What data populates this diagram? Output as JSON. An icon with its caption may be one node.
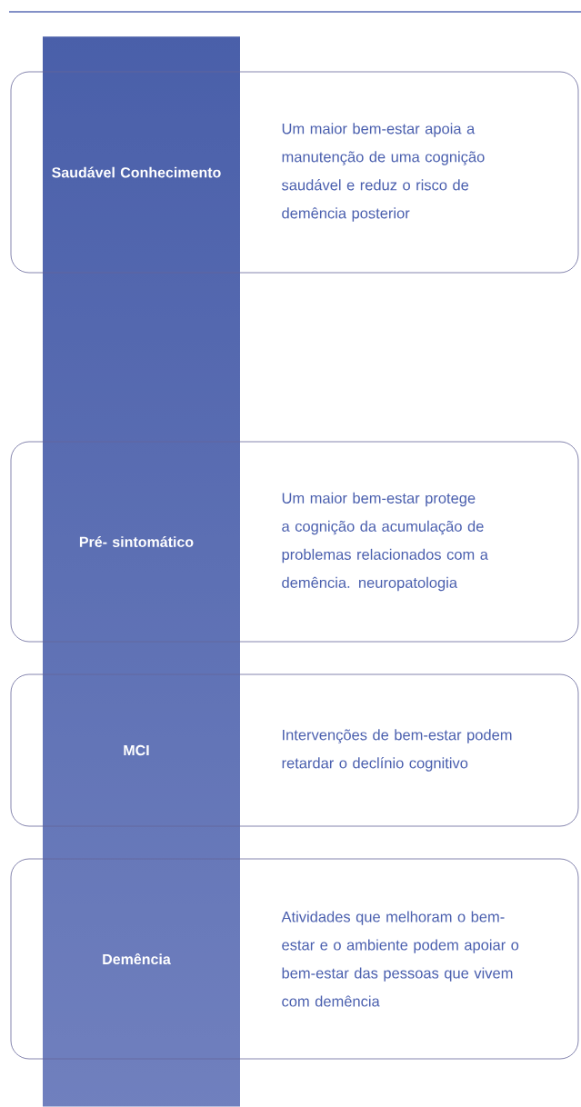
{
  "diagram": {
    "nodes": [
      {
        "text": [
          "Saudável Conhecimento",
          "Um maior bem-estar apoia a manutenção de uma cognição saudável e reduz o risco de demência posterior"
        ]
      },
      {
        "text": [
          "Pré- sintomático",
          "Um maior bem-estar protege a cognição da acumulação de problemas relacionados com a demência. neuropatologia"
        ]
      },
      {
        "text": [
          "MCI",
          "Intervenções de bem-estar podem retardar o declínio cognitivo"
        ]
      },
      {
        "text": [
          "Demência",
          "Atividades que melhoram o bem-estar e o ambiente podem apoiar o bem-estar das pessoas que vivem com demência"
        ]
      }
    ]
  }
}
